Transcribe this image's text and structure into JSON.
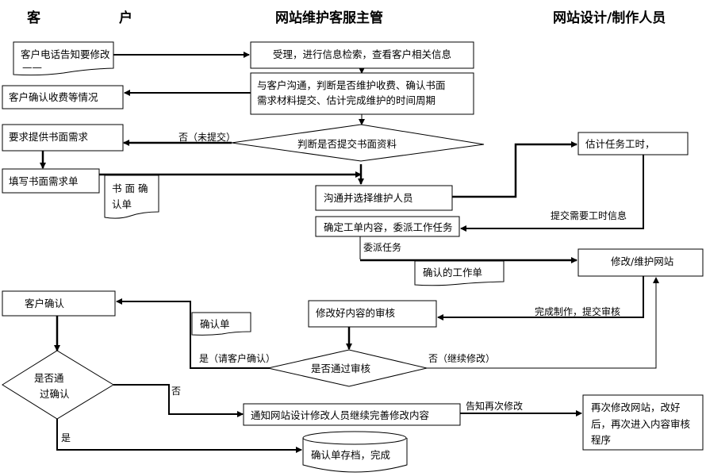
{
  "headers": {
    "customer_left": "客",
    "customer_right": "户",
    "supervisor": "网站维护客服主管",
    "designer": "网站设计/制作人员"
  },
  "nodes": {
    "phone_notice": {
      "line1": "客户电话告知要修改",
      "line2": "——"
    },
    "accept": "受理，进行信息检索，查看客户相关信息",
    "communicate": {
      "line1": "与客户沟通，判断是否维护收费、确认书面",
      "line2": "需求材料提交、估计完成维护的时间周期"
    },
    "confirm_fee": "客户确认收费等情况",
    "request_written": "要求提供书面需求",
    "judge_submit": "判断是否提交书面资料",
    "fill_form": "填写书面需求单",
    "written_confirm_doc": {
      "line1": "书 面 确",
      "line2": "认单"
    },
    "estimate_hours": "估计任务工时，",
    "select_staff": "沟通并选择维护人员",
    "assign_task": "确定工单内容，委派工作任务",
    "confirmed_work_order": "确认的工作单",
    "modify_site": "修改/维护网站",
    "customer_confirm": "客户确认",
    "review_content": "修改好内容的审核",
    "confirm_doc": "确认单",
    "pass_review": "是否通过审核",
    "pass_confirm": {
      "line1": "是否通",
      "line2": "过确认"
    },
    "notify_designer": "通知网站设计修改人员继续完善修改内容",
    "archive": "确认单存档，完成",
    "modify_again": {
      "line1": "再次修改网站，改好",
      "line2": "后，再次进入内容审核",
      "line3": "程序"
    }
  },
  "edge_labels": {
    "no_not_submitted": "否（未提交）",
    "submit_hours_info": "提交需要工时信息",
    "assign": "委派任务",
    "done_submit_review": "完成制作，提交审核",
    "yes_customer_confirm": "是（请客户确认）",
    "no_continue_modify": "否（继续修改）",
    "no": "否",
    "yes": "是",
    "notify_modify_again": "告知再次修改"
  }
}
